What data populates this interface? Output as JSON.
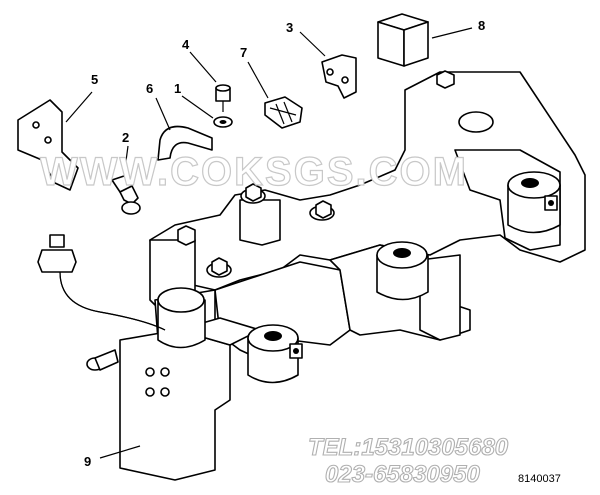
{
  "callouts": [
    "1",
    "2",
    "3",
    "4",
    "5",
    "6",
    "7",
    "8",
    "9"
  ],
  "watermark": {
    "site": "WWW.COKSGS.COM",
    "tel": "TEL:15310305680",
    "phone": "023-65830950"
  },
  "drawing_code": "8140037"
}
